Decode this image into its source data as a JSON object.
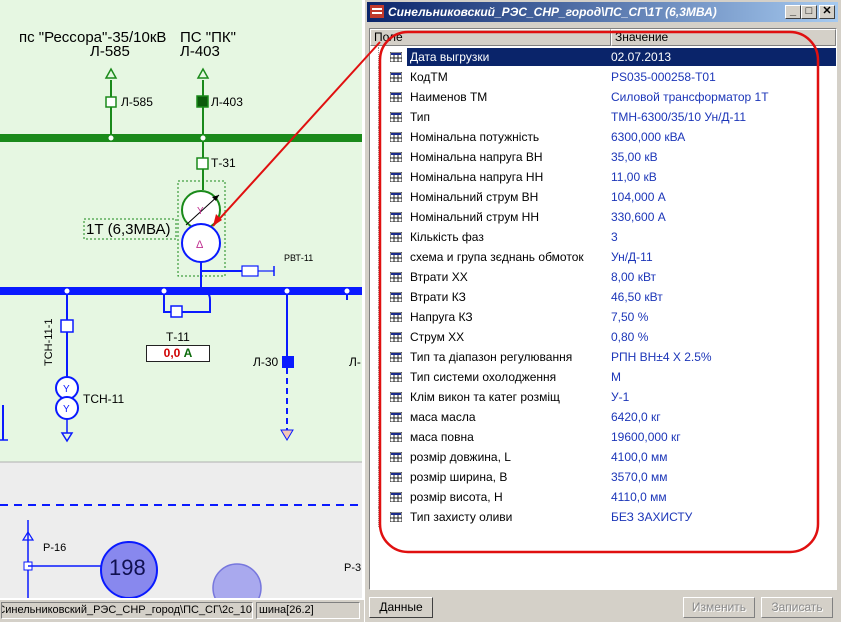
{
  "schematic": {
    "substation_title_1": "пс \"Рессора\"-35/10кВ",
    "substation_title_2": "ПС \"ПК\"",
    "line_label_1": "Л-585",
    "line_label_2": "Л-403",
    "switch_label_1": "Л-585",
    "switch_label_2": "Л-403",
    "switch_t31": "Т-31",
    "transformer_label": "1Т (6,3МВА)",
    "rvt_label": "РВТ-11",
    "switch_t11": "Т-11",
    "ammeter_value": "0,0",
    "ammeter_unit": "А",
    "tsn_vertical": "ТСН-11-1",
    "tsn_label": "ТСН-11",
    "feeder_l30": "Л-30",
    "feeder_partial": "Л-",
    "p16_label": "Р-16",
    "circle_value": "198",
    "partial_p3": "Р-3"
  },
  "statusbar": {
    "path": "Синельниковский_РЭС_СНР_город\\ПС_СГ\\2с_10",
    "bus": "шина[26.2]"
  },
  "window": {
    "title": "Синельниковский_РЭС_СНР_город\\ПС_СГ\\1Т (6,3МВА)",
    "minimize": "_",
    "maximize": "□",
    "close": "✕"
  },
  "grid": {
    "col_field": "Поле",
    "col_value": "Значение",
    "rows": [
      {
        "field": "Дата выгрузки",
        "value": "02.07.2013"
      },
      {
        "field": "КодТМ",
        "value": "PS035-000258-T01"
      },
      {
        "field": "Наименов ТМ",
        "value": "Силовой трансформатор 1Т"
      },
      {
        "field": "Тип",
        "value": "ТМН-6300/35/10 Ун/Д-11"
      },
      {
        "field": "Номінальна потужність",
        "value": "6300,000 кВА"
      },
      {
        "field": "Номінальна напруга ВН",
        "value": "35,00 кВ"
      },
      {
        "field": "Номінальна напруга НН",
        "value": "11,00 кВ"
      },
      {
        "field": "Номінальний струм ВН",
        "value": "104,000 А"
      },
      {
        "field": "Номінальний струм НН",
        "value": "330,600 А"
      },
      {
        "field": "Кількість фаз",
        "value": "3"
      },
      {
        "field": "схема и група зєднань обмоток",
        "value": "Ун/Д-11"
      },
      {
        "field": "Втрати ХХ",
        "value": "8,00 кВт"
      },
      {
        "field": "Втрати КЗ",
        "value": "46,50 кВт"
      },
      {
        "field": "Напруга КЗ",
        "value": "7,50 %"
      },
      {
        "field": "Струм ХХ",
        "value": "0,80 %"
      },
      {
        "field": "Тип та діапазон регулювання",
        "value": "РПН ВН±4 Х 2.5%"
      },
      {
        "field": "Тип системи охолодження",
        "value": "М"
      },
      {
        "field": "Клім викон та катег розміщ",
        "value": "У-1"
      },
      {
        "field": "маса масла",
        "value": "6420,0 кг"
      },
      {
        "field": "маса повна",
        "value": "19600,000 кг"
      },
      {
        "field": "розмір довжина, L",
        "value": "4100,0 мм"
      },
      {
        "field": "розмір ширина, B",
        "value": "3570,0 мм"
      },
      {
        "field": "розмір висота, H",
        "value": "4110,0 мм"
      },
      {
        "field": "Тип захисту оливи",
        "value": "БЕЗ ЗАХИСТУ"
      }
    ]
  },
  "buttons": {
    "data": "Данные",
    "edit": "Изменить",
    "save": "Записать"
  },
  "colors": {
    "bus_green": "#1a8a1a",
    "bus_blue": "#0a1aff",
    "selection": "#0a246a",
    "annotation_red": "#e01010",
    "value_blue": "#1c36b8"
  }
}
